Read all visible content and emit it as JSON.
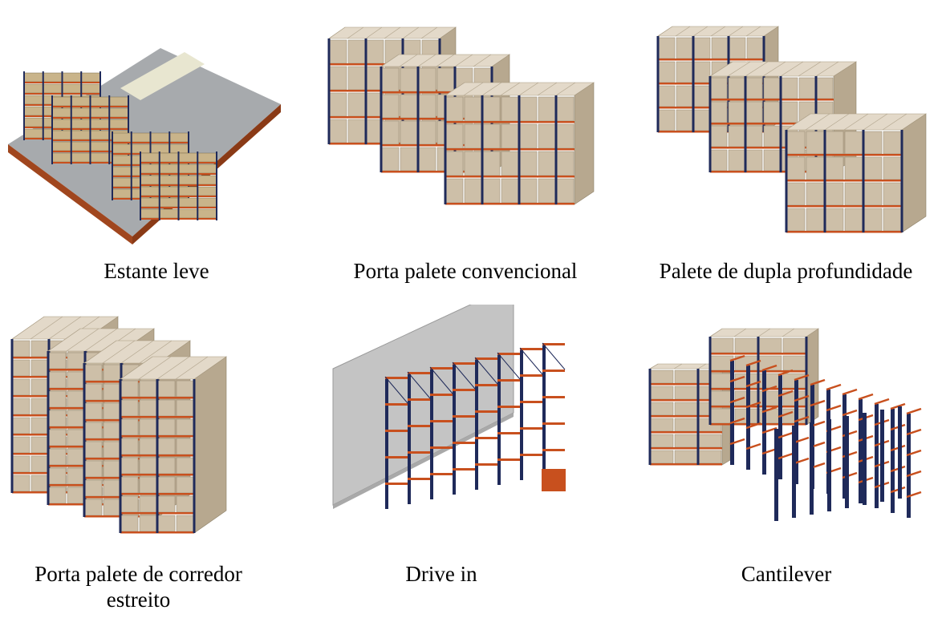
{
  "figure": {
    "items": [
      {
        "caption": "Estante leve",
        "illustration": "light-shelving-illustration"
      },
      {
        "caption": "Porta palete convencional",
        "illustration": "conventional-pallet-rack-illustration"
      },
      {
        "caption": "Palete de dupla profundidade",
        "illustration": "double-deep-pallet-illustration"
      },
      {
        "caption": "Porta palete de corredor\nestreito",
        "illustration": "narrow-aisle-pallet-rack-illustration"
      },
      {
        "caption": "Drive in",
        "illustration": "drive-in-rack-illustration"
      },
      {
        "caption": "Cantilever",
        "illustration": "cantilever-rack-illustration"
      }
    ],
    "colors": {
      "box_top": "#e3d9c9",
      "box_front": "#cdbfa8",
      "box_side": "#b7a88f",
      "rack_blue": "#1f2a5a",
      "rack_orange": "#c8501e",
      "floor": "#a7aaad",
      "floor_edge": "#a0461e",
      "wall": "#c4c4c4"
    }
  }
}
